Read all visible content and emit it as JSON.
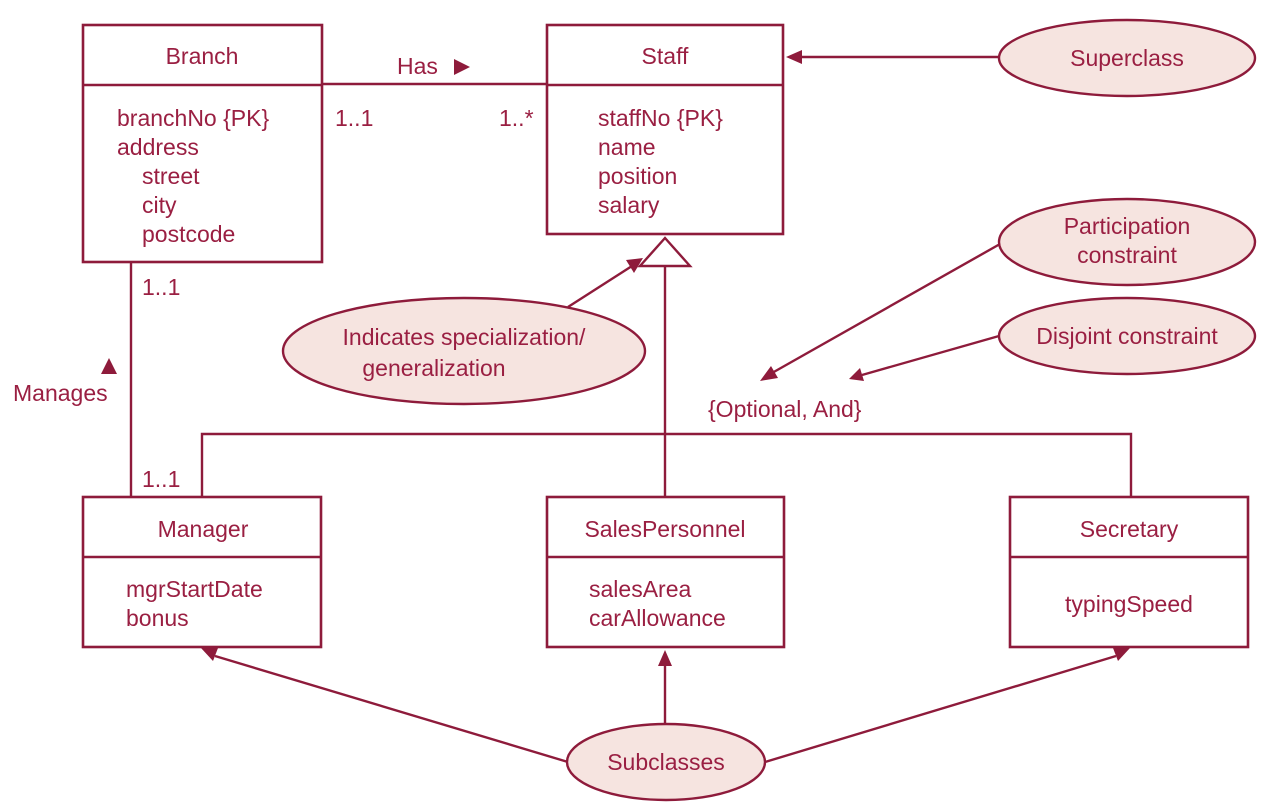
{
  "colors": {
    "stroke": "#8e1b3b",
    "text": "#9a1f42",
    "annotation_fill": "#f6e4e0",
    "background": "#ffffff"
  },
  "classes": {
    "branch": {
      "name": "Branch",
      "attributes": [
        "branchNo {PK}",
        "address",
        "street",
        "city",
        "postcode"
      ]
    },
    "staff": {
      "name": "Staff",
      "attributes": [
        "staffNo {PK}",
        "name",
        "position",
        "salary"
      ]
    },
    "manager": {
      "name": "Manager",
      "attributes": [
        "mgrStartDate",
        "bonus"
      ]
    },
    "salesPersonnel": {
      "name": "SalesPersonnel",
      "attributes": [
        "salesArea",
        "carAllowance"
      ]
    },
    "secretary": {
      "name": "Secretary",
      "attributes": [
        "typingSpeed"
      ]
    }
  },
  "associations": {
    "has": {
      "label": "Has",
      "direction_icon": "triangle-right",
      "mult_branch": "1..1",
      "mult_staff": "1..*"
    },
    "manages": {
      "label": "Manages",
      "direction_icon": "triangle-up",
      "mult_branch": "1..1",
      "mult_manager": "1..1"
    }
  },
  "constraint": "{Optional, And}",
  "annotations": {
    "superclass": "Superclass",
    "participation": [
      "Participation",
      "constraint"
    ],
    "disjoint": "Disjoint constraint",
    "specialization": [
      "Indicates specialization/",
      "generalization"
    ],
    "subclasses": "Subclasses"
  }
}
